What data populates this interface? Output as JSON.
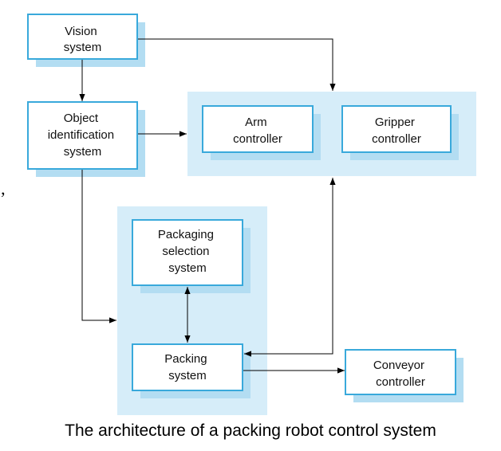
{
  "diagram": {
    "nodes": {
      "vision": [
        "Vision",
        "system"
      ],
      "object_identification": [
        "Object",
        "identification",
        "system"
      ],
      "arm_controller": [
        "Arm",
        "controller"
      ],
      "gripper_controller": [
        "Gripper",
        "controller"
      ],
      "packaging_selection": [
        "Packaging",
        "selection",
        "system"
      ],
      "packing": [
        "Packing",
        "system"
      ],
      "conveyor_controller": [
        "Conveyor",
        "controller"
      ]
    },
    "edges": [
      {
        "from": "vision",
        "to": "object_identification",
        "direction": "forward"
      },
      {
        "from": "vision",
        "to": "arm_gripper_group",
        "direction": "forward"
      },
      {
        "from": "object_identification",
        "to": "arm_gripper_group",
        "direction": "forward"
      },
      {
        "from": "object_identification",
        "to": "packaging_group",
        "direction": "forward"
      },
      {
        "from": "packaging_selection",
        "to": "packing",
        "direction": "both"
      },
      {
        "from": "packing",
        "to": "arm_gripper_group",
        "direction": "both"
      },
      {
        "from": "packing",
        "to": "conveyor_controller",
        "direction": "forward"
      }
    ],
    "colors": {
      "group_background": "#d6edf9",
      "box_border": "#39a9db",
      "box_shadow": "#b3ddf2",
      "box_fill": "#ffffff"
    }
  },
  "caption": "The architecture of a packing robot control system",
  "stray_mark": "’"
}
